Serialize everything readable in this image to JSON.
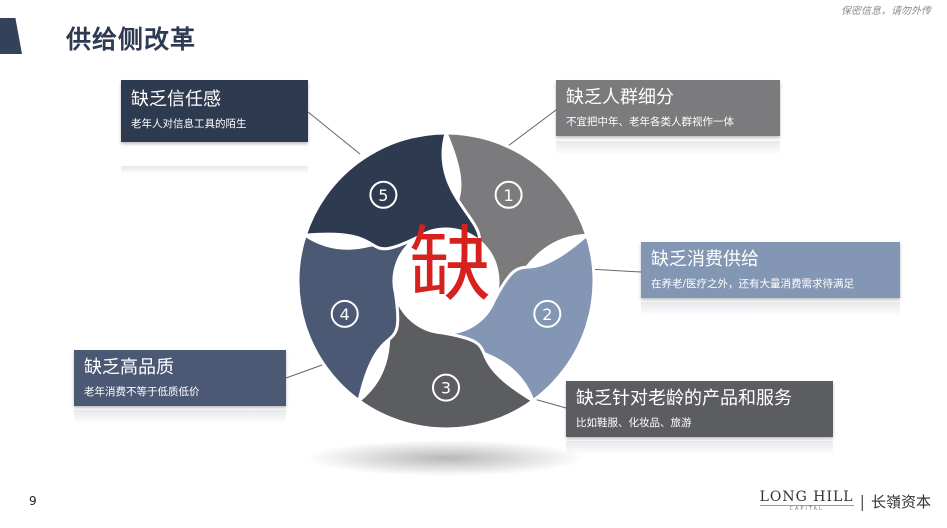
{
  "header": {
    "title": "供给侧改革",
    "confidential": "保密信息，请勿外传"
  },
  "diagram": {
    "center_char": "缺",
    "center_color": "#d6211e",
    "segments": [
      {
        "number": "1",
        "color": "#7b7b7d",
        "title": "缺乏人群细分",
        "subtitle": "不宜把中年、老年各类人群视作一体"
      },
      {
        "number": "2",
        "color": "#8397b4",
        "title": "缺乏消费供给",
        "subtitle": "在养老/医疗之外，还有大量消费需求待满足"
      },
      {
        "number": "3",
        "color": "#5c5d60",
        "title": "缺乏针对老龄的产品和服务",
        "subtitle": "比如鞋服、化妆品、旅游"
      },
      {
        "number": "4",
        "color": "#4b5974",
        "title": "缺乏高品质",
        "subtitle": "老年消费不等于低质低价"
      },
      {
        "number": "5",
        "color": "#2e3a50",
        "title": "缺乏信任感",
        "subtitle": "老年人对信息工具的陌生"
      }
    ]
  },
  "footer": {
    "page_number": "9",
    "logo_en": "LONG HILL",
    "logo_capital": "CAPITAL",
    "logo_sep": "|",
    "logo_cn": "长嶺资本"
  }
}
